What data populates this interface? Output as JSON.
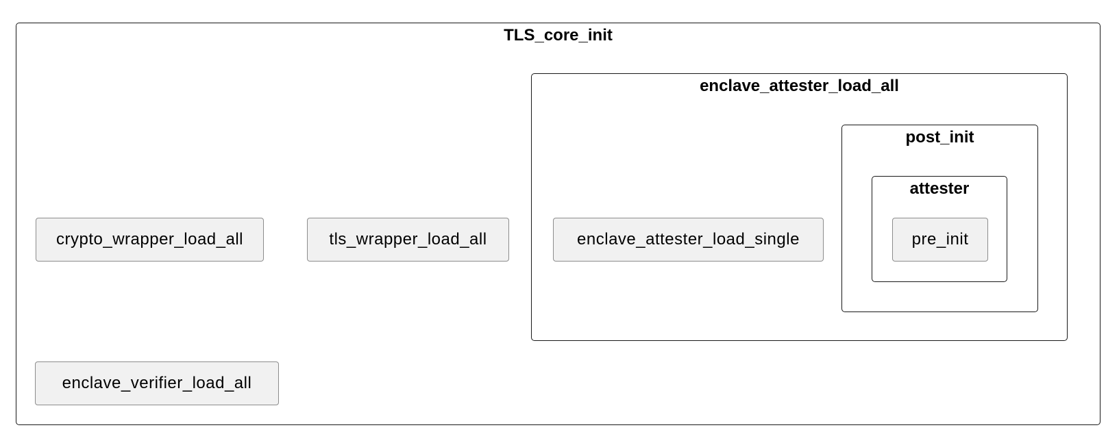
{
  "diagram": {
    "packages": {
      "tls_core_init": "TLS_core_init",
      "enclave_attester_load_all": "enclave_attester_load_all",
      "post_init": "post_init",
      "attester": "attester"
    },
    "nodes": {
      "crypto_wrapper_load_all": "crypto_wrapper_load_all",
      "tls_wrapper_load_all": "tls_wrapper_load_all",
      "enclave_attester_load_single": "enclave_attester_load_single",
      "pre_init": "pre_init",
      "enclave_verifier_load_all": "enclave_verifier_load_all"
    },
    "colors": {
      "package_border": "#181818",
      "node_fill": "#f1f1f1",
      "node_border": "#8c8c8c",
      "background": "#ffffff"
    }
  }
}
